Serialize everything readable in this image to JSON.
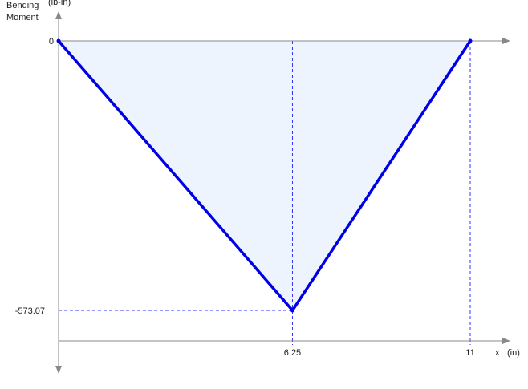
{
  "chart_data": {
    "type": "area",
    "ylabel_line1": "Bending",
    "ylabel_line2": "Moment",
    "y_unit": "(lb-in)",
    "xlabel": "x",
    "x_unit": "(in)",
    "x": [
      0,
      6.25,
      11
    ],
    "y": [
      0,
      -573.07,
      0
    ],
    "xlim": [
      0,
      11
    ],
    "ylim": [
      -573.07,
      0
    ],
    "x_tick_labels": [
      "6.25",
      "11"
    ],
    "y_tick_labels": [
      "0",
      "-573.07"
    ],
    "y_extrema": -573.07,
    "line_color": "#0000e6",
    "fill_color": "#eef4fd",
    "guide_color": "#3333ff",
    "axis_color": "#888888",
    "grid": false
  }
}
